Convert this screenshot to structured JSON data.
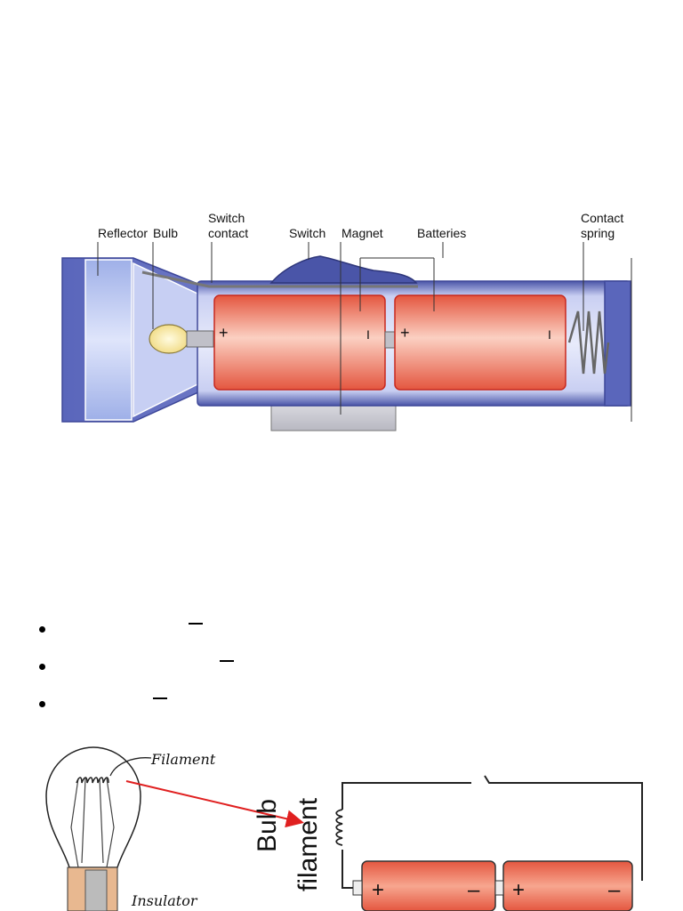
{
  "flashlight": {
    "labels": {
      "reflector": "Reflector",
      "bulb": "Bulb",
      "switch_contact_line1": "Switch",
      "switch_contact_line2": "contact",
      "switch": "Switch",
      "magnet": "Magnet",
      "batteries": "Batteries",
      "contact_spring_line1": "Contact",
      "contact_spring_line2": "spring"
    },
    "battery_signs": {
      "plus": "+",
      "minus": "I"
    }
  },
  "bullets": [
    {
      "dash": "–"
    },
    {
      "dash": "–"
    },
    {
      "dash": "–"
    }
  ],
  "bulb_sketch": {
    "filament_label": "Filament",
    "insulator_label": "Insulator"
  },
  "circuit": {
    "bulb_label": "Bulb",
    "filament_label": "filament",
    "plus": "+",
    "minus": "–"
  },
  "colors": {
    "flashlight_body": "#5560b0",
    "flashlight_light": "#b8c0ea",
    "battery": "#ef7a62",
    "battery_edge": "#c8281e",
    "arrow": "#e02020"
  }
}
